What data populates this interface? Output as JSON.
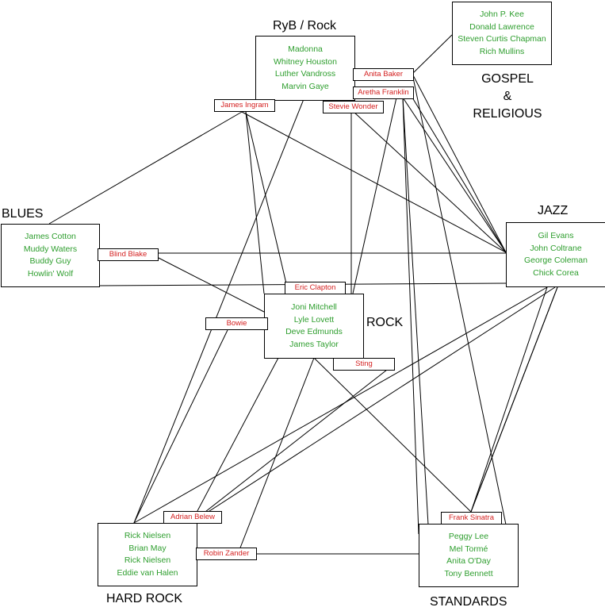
{
  "genres": {
    "ryb_rock": {
      "label": "RyB / Rock",
      "artists": [
        "Madonna",
        "Whitney Houston",
        "Luther Vandross",
        "Marvin Gaye"
      ]
    },
    "gospel": {
      "label_lines": [
        "GOSPEL",
        "&",
        "RELIGIOUS"
      ],
      "artists": [
        "John P. Kee",
        "Donald Lawrence",
        "Steven Curtis Chapman",
        "Rich Mullins"
      ]
    },
    "blues": {
      "label": "BLUES",
      "artists": [
        "James Cotton",
        "Muddy Waters",
        "Buddy Guy",
        "Howlin' Wolf"
      ]
    },
    "jazz": {
      "label": "JAZZ",
      "artists": [
        "Gil Evans",
        "John Coltrane",
        "George Coleman",
        "Chick Corea"
      ]
    },
    "rock": {
      "label": "ROCK",
      "artists": [
        "Joni Mitchell",
        "Lyle Lovett",
        "Deve Edmunds",
        "James Taylor"
      ]
    },
    "hard_rock": {
      "label": "HARD ROCK",
      "artists": [
        "Rick Nielsen",
        "Brian May",
        "Rick Nielsen",
        "Eddie van Halen"
      ]
    },
    "standards": {
      "label": "STANDARDS",
      "artists": [
        "Peggy Lee",
        "Mel Tormé",
        "Anita O'Day",
        "Tony Bennett"
      ]
    }
  },
  "connectors": {
    "anita_baker": "Anita Baker",
    "aretha_franklin": "Aretha Franklin",
    "james_ingram": "James Ingram",
    "stevie_wonder": "Stevie Wonder",
    "blind_blake": "Blind Blake",
    "eric_clapton": "Eric Clapton",
    "bowie": "Bowie",
    "sting": "Sting",
    "adrian_belew": "Adrian Belew",
    "robin_zander": "Robin Zander",
    "frank_sinatra": "Frank Sinatra"
  },
  "colors": {
    "artist_text": "#2e9e2e",
    "connector_text": "#d42020",
    "lines": "#000000"
  }
}
